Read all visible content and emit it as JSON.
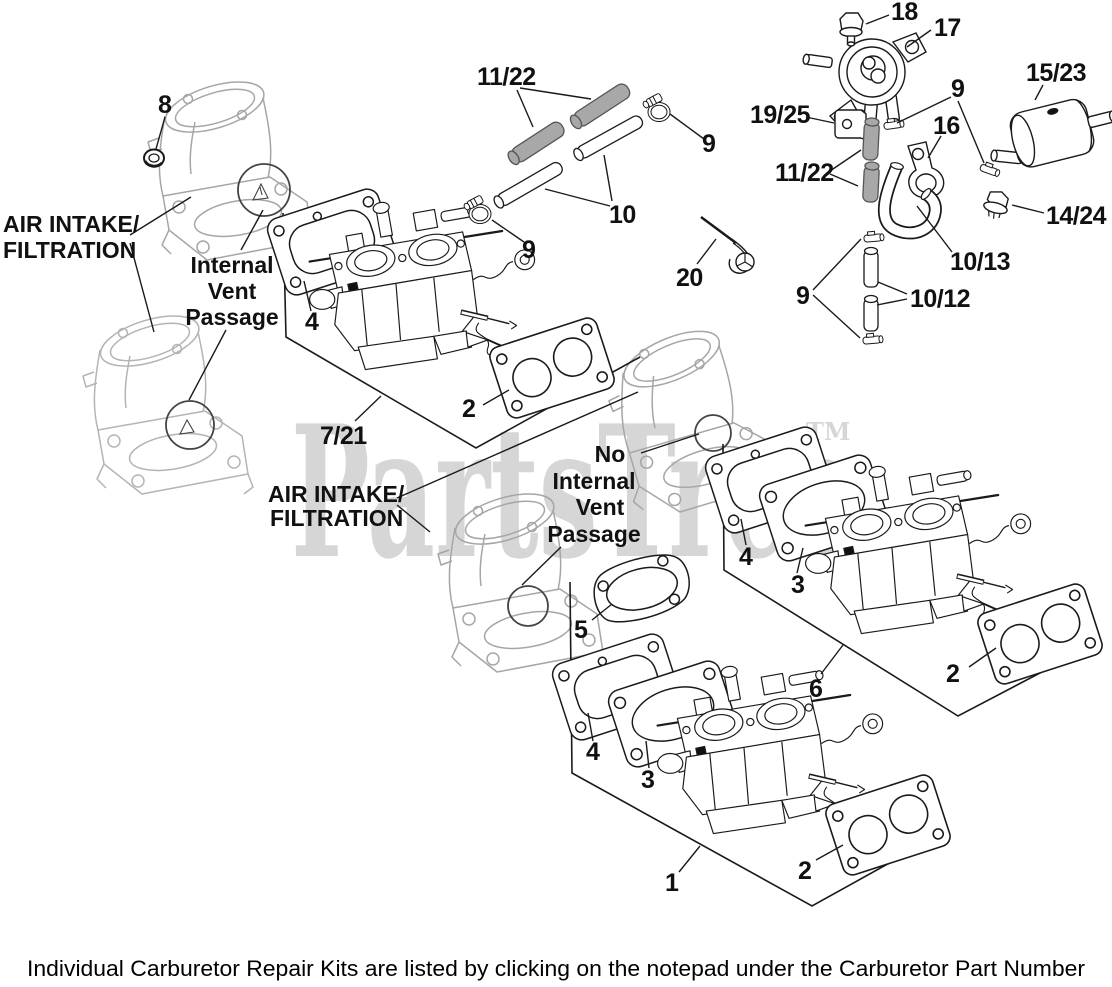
{
  "watermark": {
    "text": "PartsTree",
    "tm": "TM"
  },
  "footer": {
    "text": "Individual Carburetor Repair Kits are listed by clicking on the notepad under the Carburetor Part Number"
  },
  "colors": {
    "line": "#1a1a1a",
    "elbow_gray": "#a6a6a6",
    "hose_gray": "#a8a8a8",
    "watermark": "#d6d6d6"
  },
  "annotations": {
    "air_intake_filtration_1": {
      "line1": "AIR INTAKE/",
      "line2": "FILTRATION"
    },
    "air_intake_filtration_2": {
      "line1": "AIR INTAKE/",
      "line2": "FILTRATION"
    },
    "internal_vent_passage": {
      "line1": "Internal",
      "line2": "Vent",
      "line3": "Passage"
    },
    "no_internal_vent_passage": {
      "line1": "No",
      "line2": "Internal",
      "line3": "Vent",
      "line4": "Passage"
    }
  },
  "callouts": {
    "nut": "8",
    "hose_pair_top": "11/22",
    "clamp_top": "9",
    "tube_pair": "10",
    "clamp_left": "9",
    "pump_bolt": "18",
    "fuel_pump": "17",
    "damper": "19/25",
    "clamp_pump": "9",
    "bracket": "16",
    "fuel_filter": "15/23",
    "hose_pair_right": "11/22",
    "flange_bolt": "14/24",
    "elbow_hose": "10/13",
    "clamp_right": "9",
    "tube_pair_right": "10/12",
    "hook": "20",
    "gasket4_a": "4",
    "gasket2_a": "2",
    "carb_group_a": "7/21",
    "gasket4_b": "4",
    "gasket3_b": "3",
    "gasket2_b": "2",
    "carb_group_b": "6",
    "cover_gasket": "5",
    "gasket4_c": "4",
    "gasket3_c": "3",
    "gasket2_c": "2",
    "carb_group_c": "1"
  }
}
